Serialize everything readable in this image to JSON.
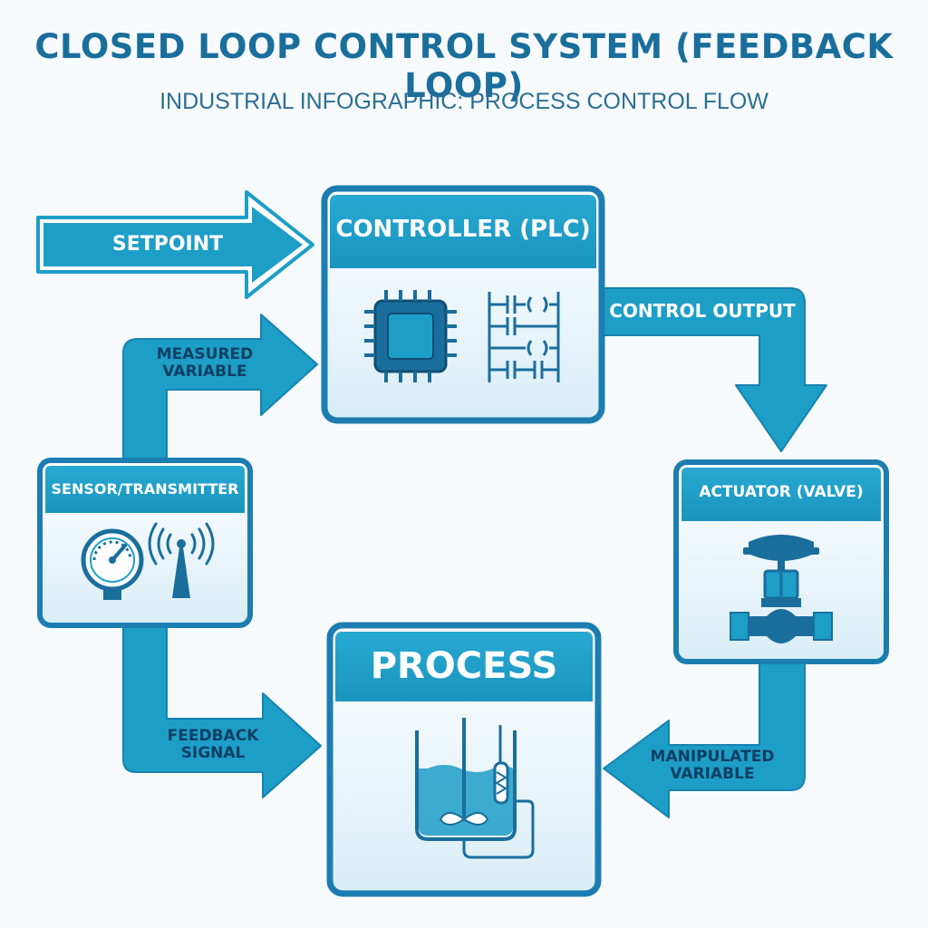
{
  "header": {
    "title": "CLOSED LOOP CONTROL SYSTEM (FEEDBACK LOOP)",
    "subtitle": "INDUSTRIAL INFOGRAPHIC: PROCESS CONTROL FLOW"
  },
  "nodes": {
    "controller": "CONTROLLER (PLC)",
    "actuator": "ACTUATOR (VALVE)",
    "process": "PROCESS",
    "sensor": "SENSOR/TRANSMITTER"
  },
  "flows": {
    "setpoint": "SETPOINT",
    "control_output": "CONTROL OUTPUT",
    "manipulated_variable": "MANIPULATED\nVARIABLE",
    "feedback_signal": "FEEDBACK\nSIGNAL",
    "measured_variable": "MEASURED\nVARIABLE"
  },
  "colors": {
    "primary": "#1d9ec7",
    "dark": "#1a6e9c",
    "border": "#1b7db0",
    "panel_light": "#e6f3f9"
  }
}
